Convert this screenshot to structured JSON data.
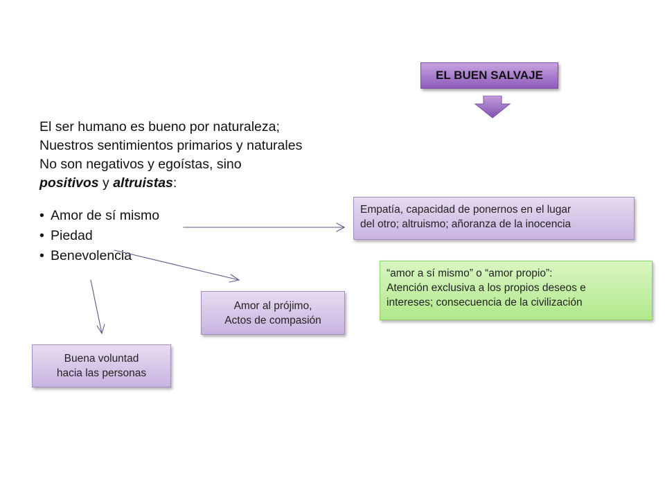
{
  "title": "EL BUEN SALVAJE",
  "main": {
    "line1": "El ser humano es bueno por naturaleza;",
    "line2": "Nuestros sentimientos primarios y naturales",
    "line3": "No son negativos y egoístas, sino",
    "line4_em1": "positivos",
    "line4_mid": " y ",
    "line4_em2": "altruistas",
    "line4_end": ":",
    "bullets": [
      "Amor de sí mismo",
      "Piedad",
      "Benevolencia"
    ]
  },
  "boxes": {
    "empatia": {
      "line1": "Empatía, capacidad de ponernos en el lugar",
      "line2": "del otro; altruismo; añoranza de la inocencia"
    },
    "amor_propio": {
      "line1": "“amor a sí mismo” o “amor propio”:",
      "line2": "Atención exclusiva a los propios deseos e",
      "line3": "intereses; consecuencia de la civilización"
    },
    "projimo": {
      "line1": "Amor al prójimo,",
      "line2": "Actos de compasión"
    },
    "buena": {
      "line1": "Buena voluntad",
      "line2": "hacia las personas"
    }
  },
  "colors": {
    "title_box": "#9b6cc6",
    "purple_box": "#d8c8ea",
    "green_box": "#c4f0a3",
    "connector": "#5a5a8c"
  }
}
